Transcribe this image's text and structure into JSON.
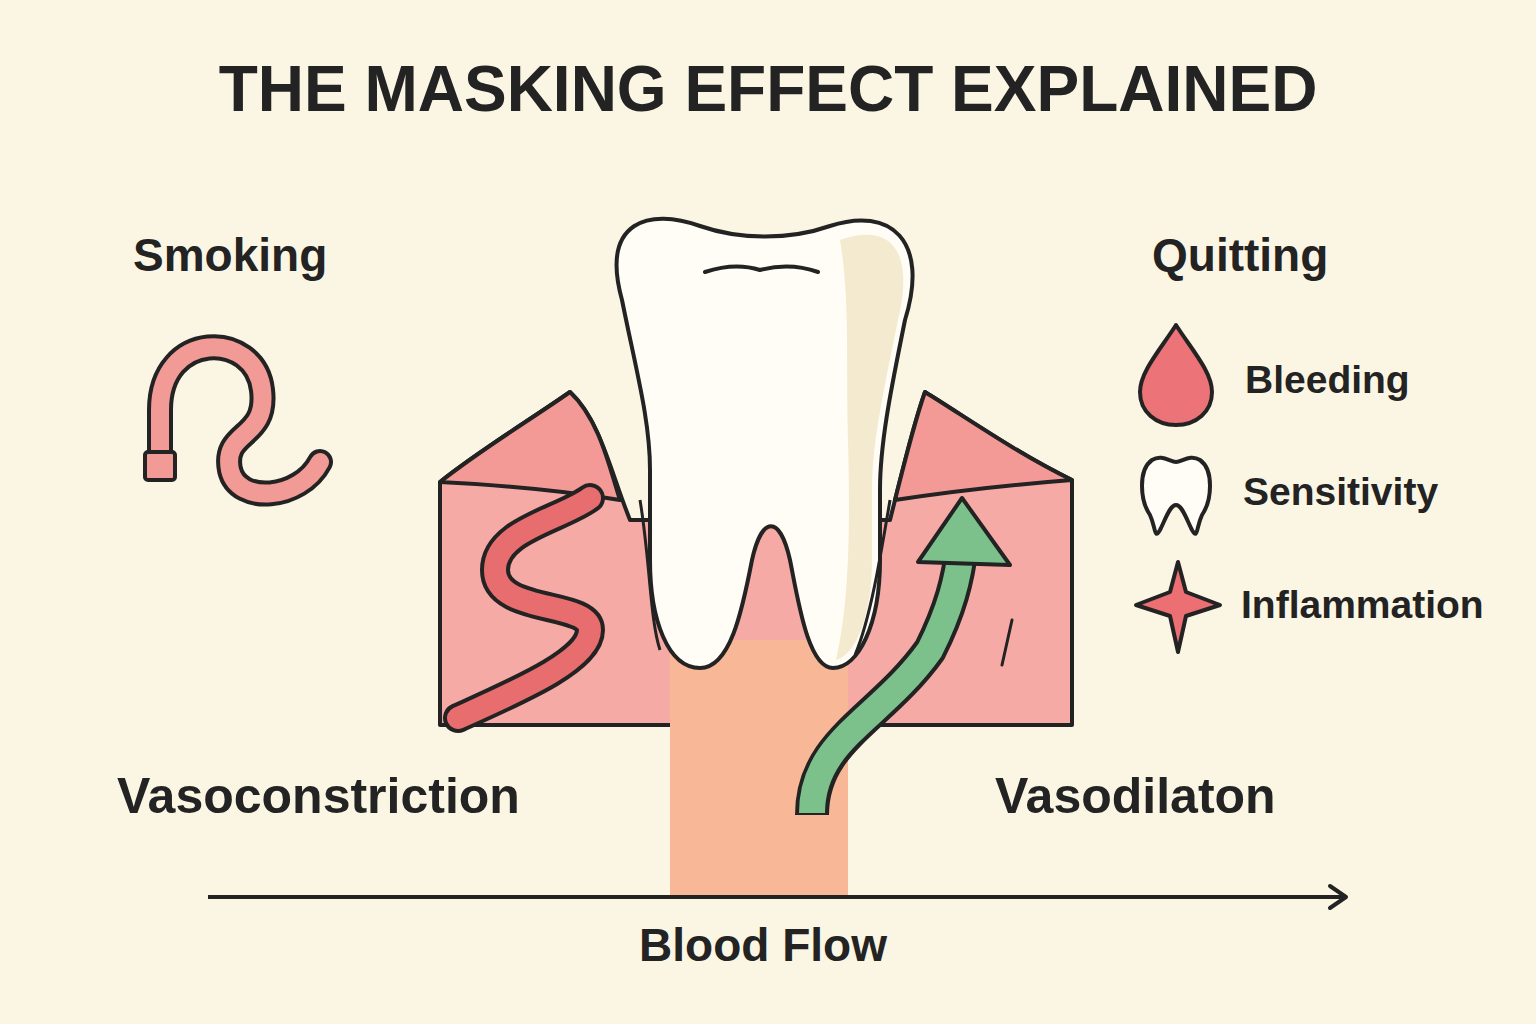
{
  "diagram": {
    "title": "THE MASKING EFFECT EXPLAINED",
    "labels": [
      "Smoking",
      "Quitting",
      "Bleeding",
      "Sensitivity",
      "Inflammation",
      "Vasoconstriction",
      "Vasodilaton",
      "Blood Flow"
    ]
  }
}
